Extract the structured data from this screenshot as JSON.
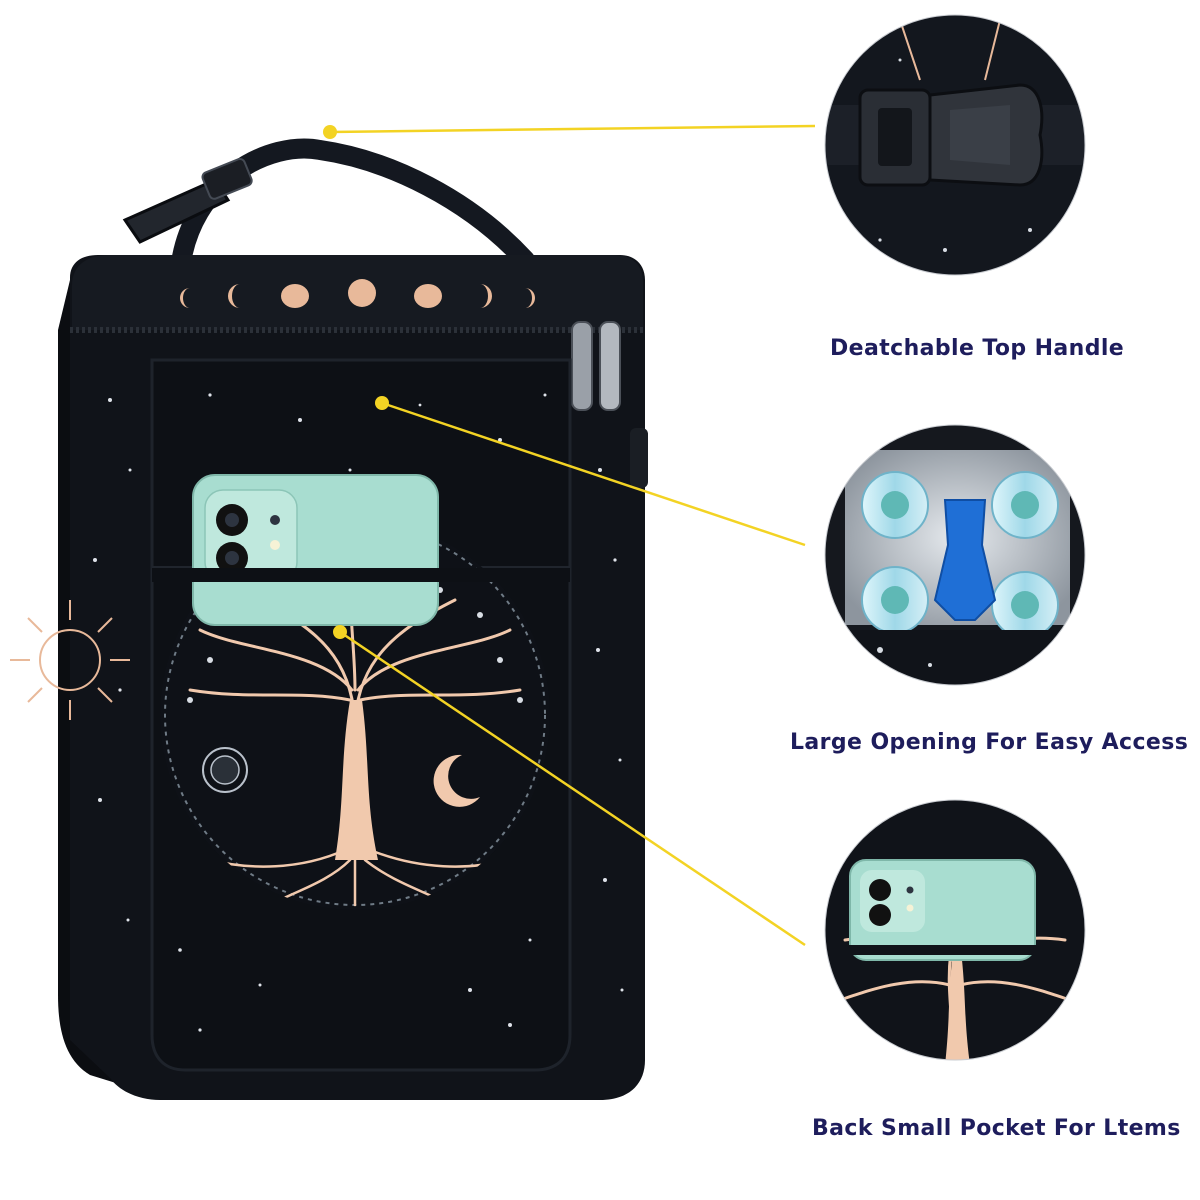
{
  "features": [
    {
      "caption": "Deatchable Top Handle",
      "detail_image": "buckle-closeup"
    },
    {
      "caption": "Large Opening For Easy Access",
      "detail_image": "open-bag-with-bottles-and-ice-pack"
    },
    {
      "caption": "Back Small Pocket For Ltems",
      "detail_image": "phone-in-back-pocket"
    }
  ],
  "colors": {
    "caption_text": "#1e1d5c",
    "callout_line": "#f3d324",
    "bag_fabric": "#0f1217",
    "print_accent": "#e8b99a",
    "phone_body": "#a8ddd0",
    "ice_pack": "#1f6fd6",
    "lining": "#c9cfd6"
  }
}
